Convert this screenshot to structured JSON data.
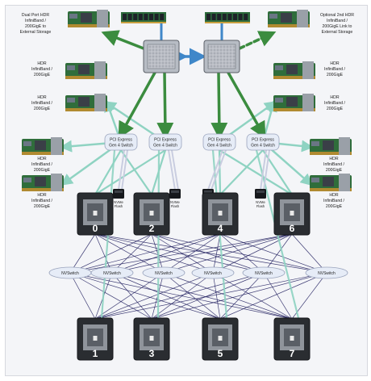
{
  "labels": {
    "top_left_nic": [
      "Dual Port HDR",
      "InfiniBand /",
      "200GigE to",
      "External Storage"
    ],
    "top_right_nic": [
      "Optional 2nd HDR",
      "InfiniBand /",
      "200GigE Link to",
      "External Storage"
    ],
    "hdr_nic": [
      "HDR",
      "InfiniBand /",
      "200GigE"
    ],
    "pcie_switch": [
      "PCI Express",
      "Gen 4 Switch"
    ],
    "nvme": [
      "NVMe",
      "Flash"
    ],
    "nvswitch": "NVSwitch"
  },
  "gpus_top": [
    "0",
    "2",
    "4",
    "6"
  ],
  "gpus_bottom": [
    "1",
    "3",
    "5",
    "7"
  ],
  "colors": {
    "cpu_link": "#3b8c3f",
    "pcie_link": "#8fd3c2",
    "nvlink": "#1f1d5e",
    "cpu_cpu": "#3f87c9",
    "switch_fill": "#e6ecf7"
  }
}
